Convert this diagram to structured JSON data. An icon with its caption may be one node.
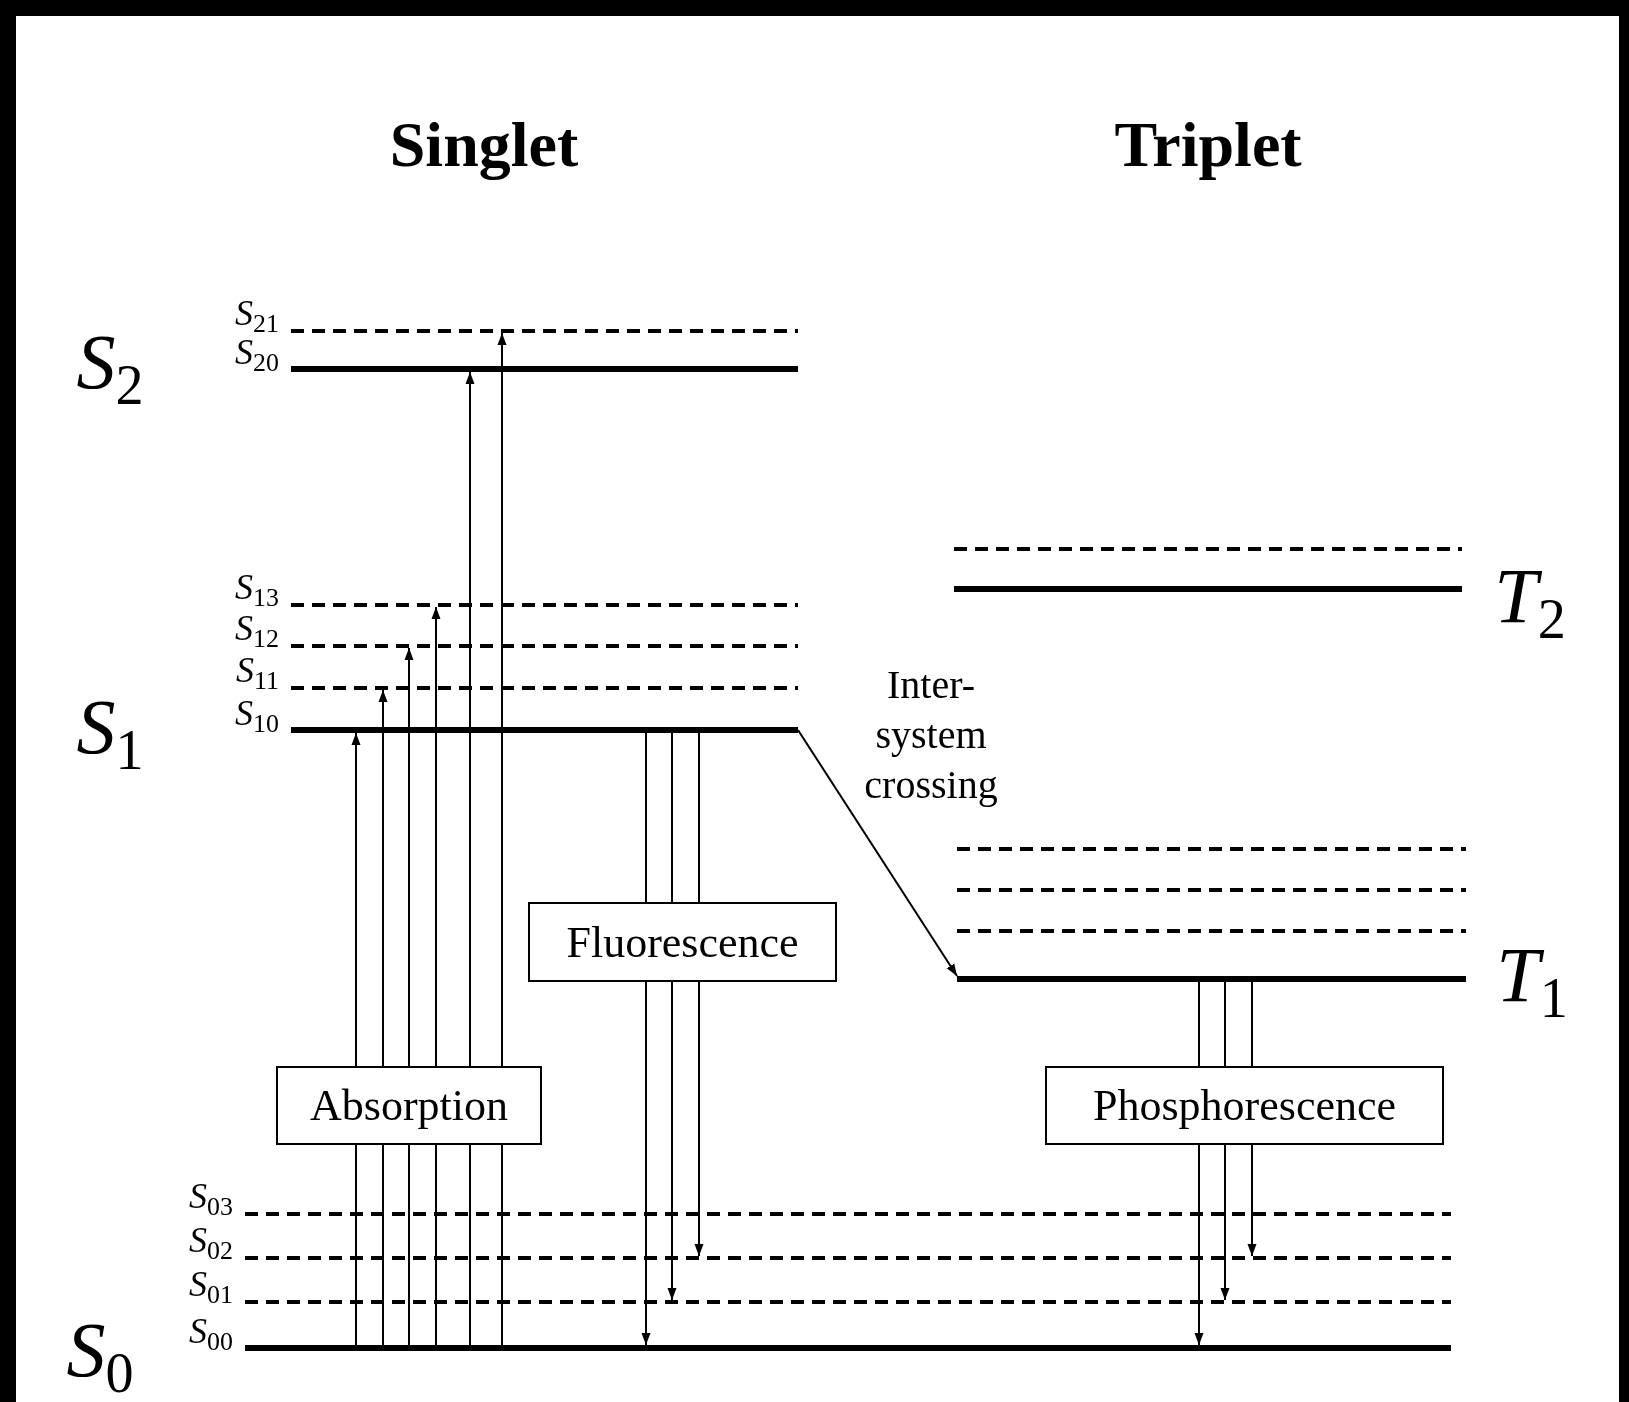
{
  "diagram": {
    "nodes": [
      {
        "text": [],
        "shape": "bar",
        "beside": [
          "*S*$_{21}$"
        ]
      },
      {
        "text": [],
        "shape": "bar",
        "beside": [
          "*S*$_{20}$"
        ]
      },
      {
        "text": [],
        "shape": "bar"
      },
      {
        "text": [],
        "shape": "bar"
      },
      {
        "text": [],
        "shape": "bar",
        "beside": [
          "*S*$_{13}$"
        ]
      },
      {
        "text": [],
        "shape": "bar",
        "beside": [
          "*S*$_{12}$"
        ]
      },
      {
        "text": [],
        "shape": "bar",
        "beside": [
          "*S*$_{11}$"
        ]
      },
      {
        "text": [],
        "shape": "bar",
        "beside": [
          "*S*$_{10}$"
        ]
      },
      {
        "text": [],
        "shape": "bar"
      },
      {
        "text": [],
        "shape": "bar"
      },
      {
        "text": [],
        "shape": "bar"
      },
      {
        "text": [
          "Fluorescence"
        ]
      },
      {
        "text": [],
        "shape": "bar"
      },
      {
        "text": [
          "Absorption"
        ]
      },
      {
        "text": [
          "Phosphorescence"
        ]
      },
      {
        "text": [],
        "shape": "bar",
        "beside": [
          "*S*$_{03}$"
        ]
      },
      {
        "text": [],
        "shape": "bar",
        "beside": [
          "*S*$_{02}$"
        ]
      },
      {
        "text": [],
        "shape": "bar",
        "beside": [
          "*S*$_{01}$"
        ]
      },
      {
        "text": [],
        "shape": "bar",
        "beside": [
          "*S*$_{00}$"
        ]
      }
    ],
    "edges": [
      {
        "from": 18,
        "to": 13,
        "arrow": "none"
      },
      {
        "from": 18,
        "to": 13,
        "arrow": "none"
      },
      {
        "from": 18,
        "to": 13,
        "arrow": "none"
      },
      {
        "from": 18,
        "to": 13,
        "arrow": "none"
      },
      {
        "from": 18,
        "to": 13,
        "arrow": "none"
      },
      {
        "from": 18,
        "to": 13,
        "arrow": "none"
      },
      {
        "from": 13,
        "to": 7,
        "arrow": "to"
      },
      {
        "from": 13,
        "to": 6,
        "arrow": "to"
      },
      {
        "from": 13,
        "to": 5,
        "arrow": "to"
      },
      {
        "from": 13,
        "to": 4,
        "arrow": "to"
      },
      {
        "from": 13,
        "to": 1,
        "arrow": "to"
      },
      {
        "from": 13,
        "to": 0,
        "arrow": "to"
      },
      {
        "from": 7,
        "to": 11,
        "arrow": "none"
      },
      {
        "from": 7,
        "to": 11,
        "arrow": "none"
      },
      {
        "from": 7,
        "to": 11,
        "arrow": "none"
      },
      {
        "from": 11,
        "to": 18,
        "arrow": "to"
      },
      {
        "from": 11,
        "to": 17,
        "arrow": "to"
      },
      {
        "from": 11,
        "to": 16,
        "arrow": "to"
      },
      {
        "from": 7,
        "to": 12,
        "arrow": "to",
        "label": "Inter- system crossing"
      },
      {
        "from": 12,
        "to": 14,
        "arrow": "none"
      },
      {
        "from": 12,
        "to": 14,
        "arrow": "none"
      },
      {
        "from": 12,
        "to": 14,
        "arrow": "none"
      },
      {
        "from": 14,
        "to": 18,
        "arrow": "to"
      },
      {
        "from": 14,
        "to": 17,
        "arrow": "to"
      },
      {
        "from": 14,
        "to": 16,
        "arrow": "to"
      }
    ],
    "labels": [
      "Singlet",
      "Triplet",
      "*S*$_{2}$",
      "*T*$_{2}$",
      "*S*$_{1}$",
      "*T*$_{1}$",
      "*S*$_{0}$"
    ]
  }
}
